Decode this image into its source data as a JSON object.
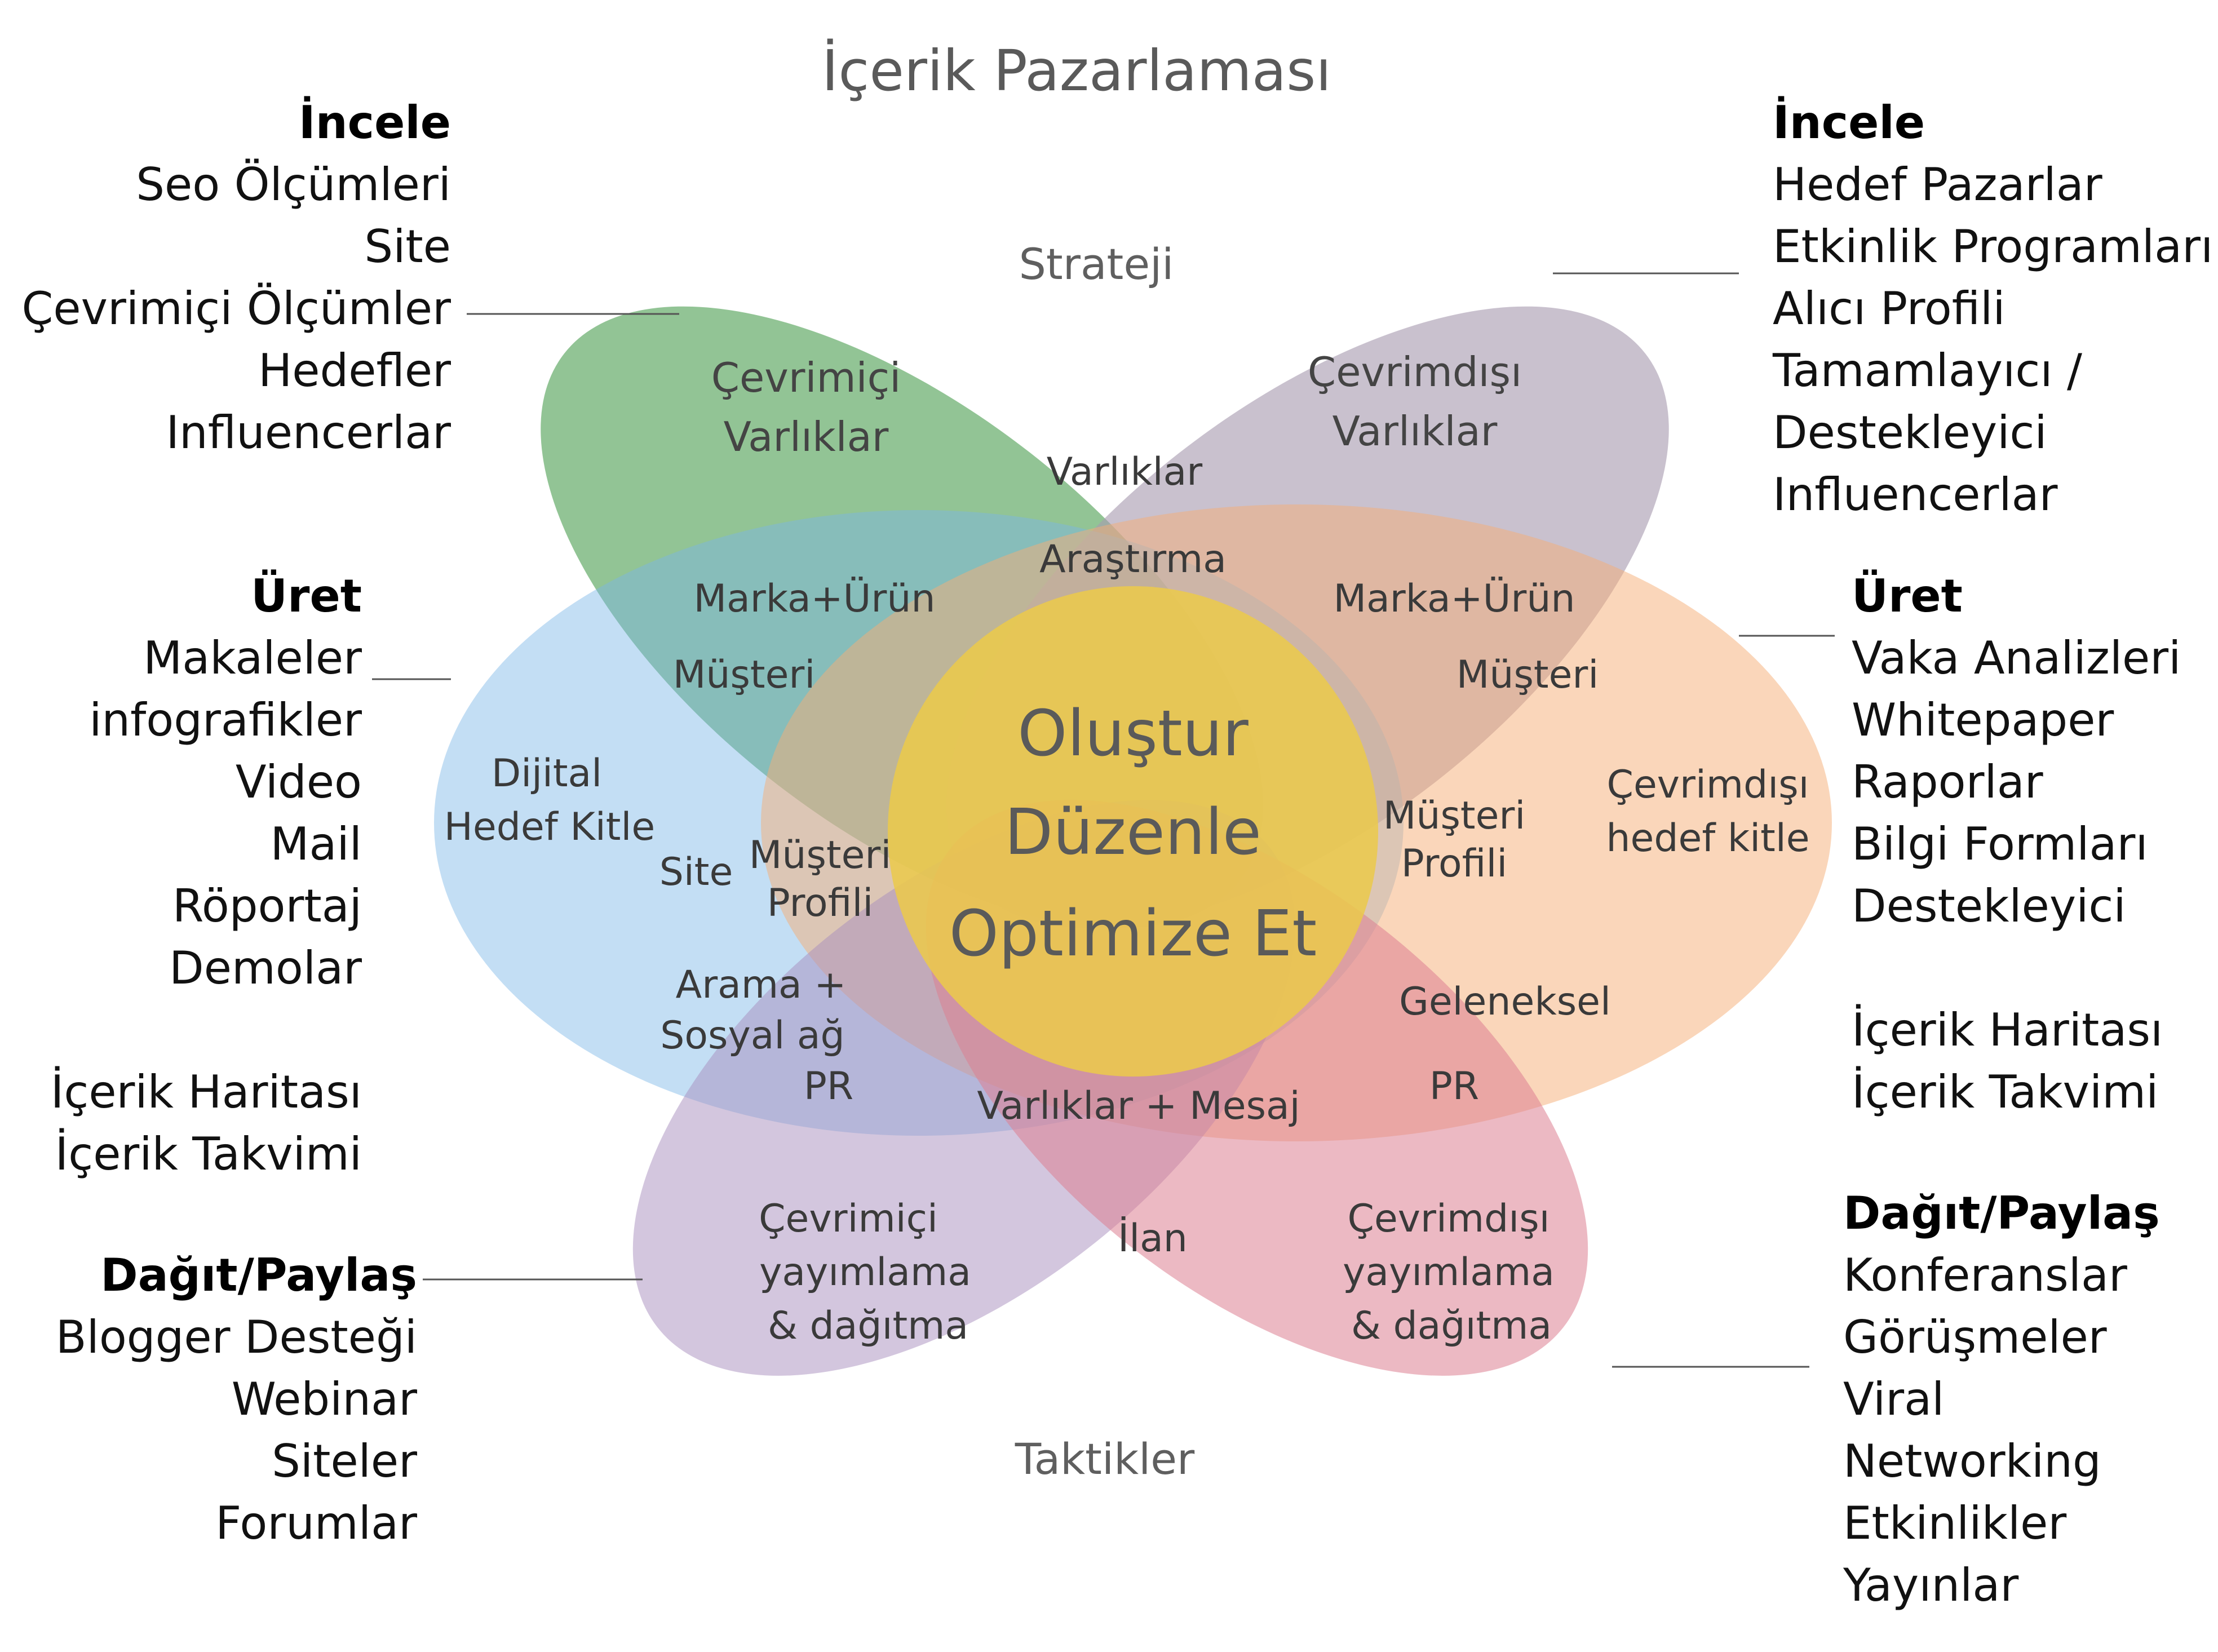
{
  "title": "İçerik Pazarlaması",
  "axes": {
    "top": "Strateji",
    "bottom": "Taktikler"
  },
  "colors": {
    "green": "#5aa55e",
    "mauve": "#a89bb0",
    "blue": "#7ab6e6",
    "orange": "#f5ad76",
    "purple": "#a88dbd",
    "pink": "#dc7f92",
    "yellow": "#ebc94a"
  },
  "petals": {
    "green": [
      "Çevrimiçi",
      "Varlıklar"
    ],
    "mauve": [
      "Çevrimdışı",
      "Varlıklar"
    ],
    "blue": [
      "Dijital",
      "Hedef Kitle"
    ],
    "orange": [
      "Çevrimdışı",
      "hedef kitle"
    ],
    "purple": [
      "Çevrimiçi",
      "yayımlama",
      "& dağıtma"
    ],
    "pink": [
      "Çevrimdışı",
      "yayımlama",
      "& dağıtma"
    ]
  },
  "overlaps": {
    "top": "Varlıklar",
    "research": "Araştırma",
    "brand_left": "Marka+Ürün",
    "customer_left": "Müşteri",
    "brand_right": "Marka+Ürün",
    "customer_right": "Müşteri",
    "site": "Site",
    "profile_left": [
      "Müşteri",
      "Profili"
    ],
    "profile_right": [
      "Müşteri",
      "Profili"
    ],
    "search": [
      "Arama +",
      "Sosyal ağ",
      "PR"
    ],
    "traditional": "Geleneksel",
    "pr_right": "PR",
    "assets_message": "Varlıklar + Mesaj",
    "ad": "İlan"
  },
  "center": [
    "Oluştur",
    "Düzenle",
    "Optimize Et"
  ],
  "left": {
    "review": {
      "heading": "İncele",
      "items": [
        "Seo Ölçümleri",
        "Site",
        "Çevrimiçi Ölçümler",
        "Hedefler",
        "Influencerlar"
      ]
    },
    "produce": {
      "heading": "Üret",
      "items": [
        "Makaleler",
        "infografikler",
        "Video",
        "Mail",
        "Röportaj",
        "Demolar"
      ]
    },
    "maps": [
      "İçerik Haritası",
      "İçerik Takvimi"
    ],
    "distribute": {
      "heading": "Dağıt/Paylaş",
      "items": [
        "Blogger Desteği",
        "Webinar",
        "Siteler",
        "Forumlar"
      ]
    }
  },
  "right": {
    "review": {
      "heading": "İncele",
      "items": [
        "Hedef Pazarlar",
        "Etkinlik Programları",
        "Alıcı Profili",
        "Tamamlayıcı /",
        "Destekleyici",
        "Influencerlar"
      ]
    },
    "produce": {
      "heading": "Üret",
      "items": [
        "Vaka Analizleri",
        "Whitepaper",
        "Raporlar",
        "Bilgi Formları",
        "Destekleyici"
      ]
    },
    "maps": [
      "İçerik Haritası",
      "İçerik Takvimi"
    ],
    "distribute": {
      "heading": "Dağıt/Paylaş",
      "items": [
        "Konferanslar",
        "Görüşmeler",
        "Viral",
        "Networking",
        "Etkinlikler",
        "Yayınlar"
      ]
    }
  }
}
